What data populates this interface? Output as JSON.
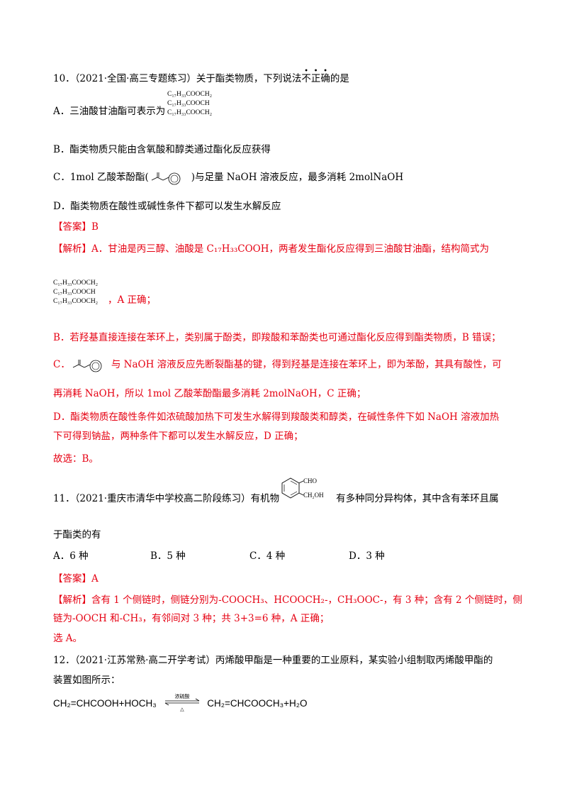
{
  "q10": {
    "stem_prefix": "10．（2021·全国·高三专题练习）关于酯类物质，下列说法",
    "emph_chars": [
      "不",
      "正",
      "确"
    ],
    "stem_suffix": "的是",
    "optA_prefix": "A．三油酸甘油酯可表示为",
    "struct_lines": [
      "C₁₇H₃₃COOCH₂",
      "C₁₇H₃₃COOCH",
      "C₁₇H₃₃COOCH₂"
    ],
    "optB": "B．酯类物质只能由含氧酸和醇类通过酯化反应获得",
    "optC_prefix": "C．1mol 乙酸苯酚酯(",
    "optC_suffix": ")与足量 NaOH 溶液反应，最多消耗 2molNaOH",
    "optD": "D．酯类物质在酸性或碱性条件下都可以发生水解反应",
    "answer": "【答案】B",
    "exp1": "【解析】A．甘油是丙三醇、油酸是 C₁₇H₃₃COOH，两者发生酯化反应得到三油酸甘油酯，结构简式为",
    "exp1_tail": "，A 正确；",
    "exp2": "B．若羟基直接连接在苯环上，类别属于酚类，即羧酸和苯酚类也可通过酯化反应得到酯类物质，B 错误；",
    "exp3_prefix": "C．",
    "exp3_suffix": "与 NaOH 溶液反应先断裂酯基的键，得到羟基是连接在苯环上，即为苯酚，其具有酸性，可",
    "exp4": "再消耗 NaOH，所以 1mol 乙酸苯酚酯最多消耗 2molNaOH，C 正确；",
    "exp5": "D．酯类物质在酸性条件如浓硫酸加热下可发生水解得到羧酸类和醇类，在碱性条件下如 NaOH 溶液加热",
    "exp6": "下可得到钠盐，两种条件下都可以发生水解反应，D 正确；",
    "exp7": "故选：B。"
  },
  "q11": {
    "stem_prefix": "11．（2021·重庆市清华中学校高二阶段练习）有机物",
    "stem_suffix": "有多种同分异构体，其中含有苯环且属",
    "stem_line2": "于酯类的有",
    "struct_cho": "CHO",
    "struct_ch2oh": "CH₂OH",
    "options": [
      "A．6 种",
      "B．5 种",
      "C．4 种",
      "D．3 种"
    ],
    "answer": "【答案】A",
    "exp1": "【解析】含有 1 个侧链时，侧链分别为-COOCH₃、HCOOCH₂-，CH₃OOC-，有 3 种；含有 2 个侧链时，侧",
    "exp2": "链为-OOCH 和-CH₃，有邻间对 3 种；共 3+3=6 种，A 正确；",
    "exp3": "选 A。"
  },
  "q12": {
    "stem1": "12．（2021·江苏常熟·高二开学考试）丙烯酸甲酯是一种重要的工业原料，某实验小组制取丙烯酸甲酯的",
    "stem2": "装置如图所示：",
    "eq_left": "CH₂=CHCOOH+HOCH₃",
    "eq_cond_top": "浓硫酸",
    "eq_cond_bottom": "△",
    "eq_right": "CH₂=CHCOOCH₃+H₂O"
  }
}
